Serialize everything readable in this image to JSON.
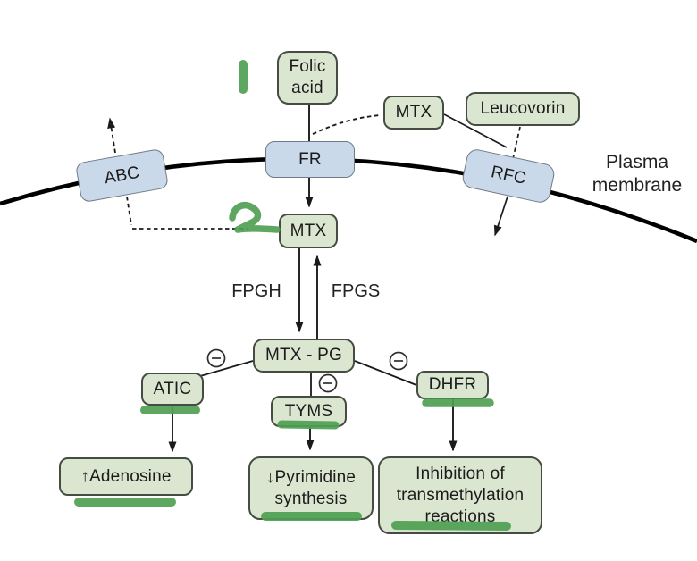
{
  "diagram": {
    "kind": "methotrexate-cellular-pathway",
    "membrane_label": {
      "line1": "Plasma",
      "line2": "membrane"
    },
    "extracellular": {
      "folic_acid_line1": "Folic",
      "folic_acid_line2": "acid",
      "mtx": "MTX",
      "leucovorin": "Leucovorin"
    },
    "transporters": {
      "abc": "ABC",
      "fr": "FR",
      "rfc": "RFC"
    },
    "intracellular": {
      "mtx": "MTX",
      "fpgh": "FPGH",
      "fpgs": "FPGS",
      "mtx_pg": "MTX - PG",
      "atic": "ATIC",
      "tyms": "TYMS",
      "dhfr": "DHFR",
      "adenosine": "↑Adenosine",
      "pyrimidine_line1": "↓Pyrimidine",
      "pyrimidine_line2": "synthesis",
      "inhibition_line1": "Inhibition of",
      "inhibition_line2": "transmethylation",
      "inhibition_line3": "reactions"
    },
    "handwritten_annotations": {
      "step_1": "1",
      "step_2": "2"
    },
    "inhibition_symbol": "⊖",
    "colors": {
      "node_green_fill": "#dbe6d0",
      "node_green_border": "#454d43",
      "node_blue_fill": "#cad9ea",
      "node_blue_border": "#6e7b88",
      "line": "#1a1a1a",
      "membrane": "#000000",
      "marker_green": "#4fa052",
      "text": "#1b1b1b"
    }
  }
}
